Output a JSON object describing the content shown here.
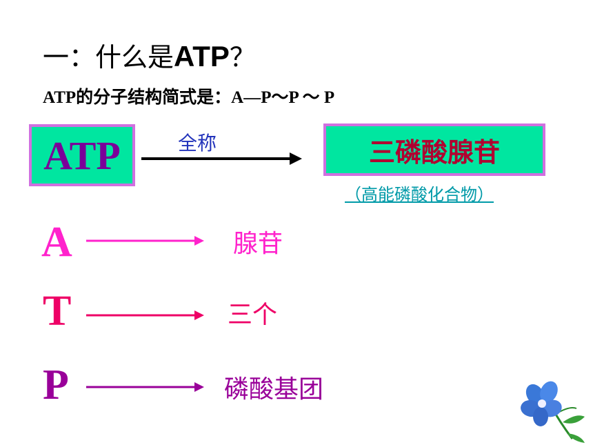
{
  "title": {
    "prefix": "一：什么是",
    "atp": "ATP",
    "suffix": "？"
  },
  "formula": "ATP的分子结构简式是：A—P～P ～ P",
  "header_row": {
    "abbr": "ATP",
    "arrow_label": "全称",
    "full_name": "三磷酸腺苷",
    "full_name_note": "（高能磷酸化合物）"
  },
  "rows": [
    {
      "letter": "A",
      "meaning": "腺苷",
      "color": "#ff22cc"
    },
    {
      "letter": "T",
      "meaning": "三个",
      "color": "#ee0066"
    },
    {
      "letter": "P",
      "meaning": "磷酸基团",
      "color": "#990099"
    }
  ],
  "colors": {
    "box_fill": "#00e6a0",
    "box_border": "#d070e0",
    "abbr_text": "#7a0099",
    "full_name_text": "#b00030",
    "arrow_label": "#2233bb",
    "note_text": "#009aa8"
  },
  "decor": {
    "icon": "blue-flower-icon"
  }
}
